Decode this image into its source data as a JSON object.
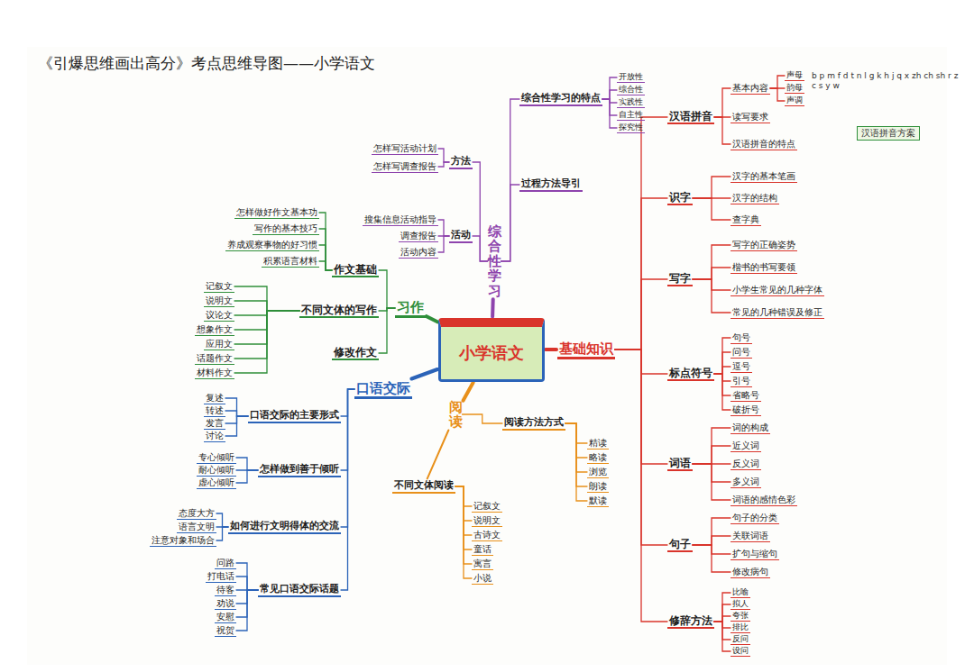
{
  "diagram": {
    "title": "《引爆思维画出高分》考点思维导图——小学语文",
    "nodes": [
      {
        "text": [
          "小学语文"
        ]
      },
      {
        "text": [
          "基础知识"
        ]
      },
      {
        "text": [
          "汉语拼音"
        ]
      },
      {
        "text": [
          "基本内容"
        ]
      },
      {
        "text": [
          "声母"
        ]
      },
      {
        "text": [
          "韵母"
        ]
      },
      {
        "text": [
          "声调"
        ]
      },
      {
        "text": [
          "读写要求"
        ]
      },
      {
        "text": [
          "汉语拼音的特点"
        ]
      },
      {
        "text": [
          "识字"
        ]
      },
      {
        "text": [
          "汉字的基本笔画"
        ]
      },
      {
        "text": [
          "汉字的结构"
        ]
      },
      {
        "text": [
          "查字典"
        ]
      },
      {
        "text": [
          "写字"
        ]
      },
      {
        "text": [
          "写字的正确姿势"
        ]
      },
      {
        "text": [
          "楷书的书写要领"
        ]
      },
      {
        "text": [
          "小学生常见的几种字体"
        ]
      },
      {
        "text": [
          "常见的几种错误及修正"
        ]
      },
      {
        "text": [
          "标点符号"
        ]
      },
      {
        "text": [
          "句号"
        ]
      },
      {
        "text": [
          "问号"
        ]
      },
      {
        "text": [
          "逗号"
        ]
      },
      {
        "text": [
          "引号"
        ]
      },
      {
        "text": [
          "省略号"
        ]
      },
      {
        "text": [
          "破折号"
        ]
      },
      {
        "text": [
          "词语"
        ]
      },
      {
        "text": [
          "词的构成"
        ]
      },
      {
        "text": [
          "近义词"
        ]
      },
      {
        "text": [
          "反义词"
        ]
      },
      {
        "text": [
          "多义词"
        ]
      },
      {
        "text": [
          "词语的感情色彩"
        ]
      },
      {
        "text": [
          "句子"
        ]
      },
      {
        "text": [
          "句子的分类"
        ]
      },
      {
        "text": [
          "关联词语"
        ]
      },
      {
        "text": [
          "扩句与缩句"
        ]
      },
      {
        "text": [
          "修改病句"
        ]
      },
      {
        "text": [
          "修辞方法"
        ]
      },
      {
        "text": [
          "比喻"
        ]
      },
      {
        "text": [
          "拟人"
        ]
      },
      {
        "text": [
          "夸张"
        ]
      },
      {
        "text": [
          "排比"
        ]
      },
      {
        "text": [
          "反问"
        ]
      },
      {
        "text": [
          "设问"
        ]
      },
      {
        "text": [
          "综合性学习"
        ]
      },
      {
        "text": [
          "综合性学习的特点"
        ]
      },
      {
        "text": [
          "开放性"
        ]
      },
      {
        "text": [
          "综合性"
        ]
      },
      {
        "text": [
          "实践性"
        ]
      },
      {
        "text": [
          "自主性"
        ]
      },
      {
        "text": [
          "探究性"
        ]
      },
      {
        "text": [
          "过程方法导引"
        ]
      },
      {
        "text": [
          "方法"
        ]
      },
      {
        "text": [
          "怎样写活动计划"
        ]
      },
      {
        "text": [
          "怎样写调查报告"
        ]
      },
      {
        "text": [
          "活动"
        ]
      },
      {
        "text": [
          "搜集信息活动指导"
        ]
      },
      {
        "text": [
          "调查报告"
        ]
      },
      {
        "text": [
          "活动内容"
        ]
      },
      {
        "text": [
          "习作"
        ]
      },
      {
        "text": [
          "作文基础"
        ]
      },
      {
        "text": [
          "怎样做好作文基本功"
        ]
      },
      {
        "text": [
          "写作的基本技巧"
        ]
      },
      {
        "text": [
          "养成观察事物的好习惯"
        ]
      },
      {
        "text": [
          "积累语言材料"
        ]
      },
      {
        "text": [
          "不同文体的写作"
        ]
      },
      {
        "text": [
          "记叙文"
        ]
      },
      {
        "text": [
          "说明文"
        ]
      },
      {
        "text": [
          "议论文"
        ]
      },
      {
        "text": [
          "想象作文"
        ]
      },
      {
        "text": [
          "应用文"
        ]
      },
      {
        "text": [
          "话题作文"
        ]
      },
      {
        "text": [
          "材料作文"
        ]
      },
      {
        "text": [
          "修改作文"
        ]
      },
      {
        "text": [
          "口语交际"
        ]
      },
      {
        "text": [
          "口语交际的主要形式"
        ]
      },
      {
        "text": [
          "复述"
        ]
      },
      {
        "text": [
          "转述"
        ]
      },
      {
        "text": [
          "发言"
        ]
      },
      {
        "text": [
          "讨论"
        ]
      },
      {
        "text": [
          "怎样做到善于倾听"
        ]
      },
      {
        "text": [
          "专心倾听"
        ]
      },
      {
        "text": [
          "耐心倾听"
        ]
      },
      {
        "text": [
          "虚心倾听"
        ]
      },
      {
        "text": [
          "如何进行文明得体的交流"
        ]
      },
      {
        "text": [
          "态度大方"
        ]
      },
      {
        "text": [
          "语言文明"
        ]
      },
      {
        "text": [
          "注意对象和场合"
        ]
      },
      {
        "text": [
          "常见口语交际话题"
        ]
      },
      {
        "text": [
          "问路"
        ]
      },
      {
        "text": [
          "打电话"
        ]
      },
      {
        "text": [
          "待客"
        ]
      },
      {
        "text": [
          "劝说"
        ]
      },
      {
        "text": [
          "安慰"
        ]
      },
      {
        "text": [
          "祝贺"
        ]
      },
      {
        "text": [
          "阅读"
        ]
      },
      {
        "text": [
          "不同文体阅读"
        ]
      },
      {
        "text": [
          "记叙文"
        ]
      },
      {
        "text": [
          "说明文"
        ]
      },
      {
        "text": [
          "古诗文"
        ]
      },
      {
        "text": [
          "童话"
        ]
      },
      {
        "text": [
          "寓言"
        ]
      },
      {
        "text": [
          "小说"
        ]
      },
      {
        "text": [
          "阅读方法方式"
        ]
      },
      {
        "text": [
          "精读"
        ]
      },
      {
        "text": [
          "略读"
        ]
      },
      {
        "text": [
          "浏览"
        ]
      },
      {
        "text": [
          "朗读"
        ]
      },
      {
        "text": [
          "默读"
        ]
      }
    ],
    "edges": [
      {
        "from": 0,
        "to": 1,
        "arrow": "none"
      },
      {
        "from": 1,
        "to": 2,
        "arrow": "none"
      },
      {
        "from": 2,
        "to": 3,
        "arrow": "none"
      },
      {
        "from": 3,
        "to": 4,
        "arrow": "none"
      },
      {
        "from": 3,
        "to": 5,
        "arrow": "none"
      },
      {
        "from": 3,
        "to": 6,
        "arrow": "none"
      },
      {
        "from": 2,
        "to": 7,
        "arrow": "none"
      },
      {
        "from": 2,
        "to": 8,
        "arrow": "none"
      },
      {
        "from": 1,
        "to": 9,
        "arrow": "none"
      },
      {
        "from": 9,
        "to": 10,
        "arrow": "none"
      },
      {
        "from": 9,
        "to": 11,
        "arrow": "none"
      },
      {
        "from": 9,
        "to": 12,
        "arrow": "none"
      },
      {
        "from": 1,
        "to": 13,
        "arrow": "none"
      },
      {
        "from": 13,
        "to": 14,
        "arrow": "none"
      },
      {
        "from": 13,
        "to": 15,
        "arrow": "none"
      },
      {
        "from": 13,
        "to": 16,
        "arrow": "none"
      },
      {
        "from": 13,
        "to": 17,
        "arrow": "none"
      },
      {
        "from": 1,
        "to": 18,
        "arrow": "none"
      },
      {
        "from": 18,
        "to": 19,
        "arrow": "none"
      },
      {
        "from": 18,
        "to": 20,
        "arrow": "none"
      },
      {
        "from": 18,
        "to": 21,
        "arrow": "none"
      },
      {
        "from": 18,
        "to": 22,
        "arrow": "none"
      },
      {
        "from": 18,
        "to": 23,
        "arrow": "none"
      },
      {
        "from": 18,
        "to": 24,
        "arrow": "none"
      },
      {
        "from": 1,
        "to": 25,
        "arrow": "none"
      },
      {
        "from": 25,
        "to": 26,
        "arrow": "none"
      },
      {
        "from": 25,
        "to": 27,
        "arrow": "none"
      },
      {
        "from": 25,
        "to": 28,
        "arrow": "none"
      },
      {
        "from": 25,
        "to": 29,
        "arrow": "none"
      },
      {
        "from": 25,
        "to": 30,
        "arrow": "none"
      },
      {
        "from": 1,
        "to": 31,
        "arrow": "none"
      },
      {
        "from": 31,
        "to": 32,
        "arrow": "none"
      },
      {
        "from": 31,
        "to": 33,
        "arrow": "none"
      },
      {
        "from": 31,
        "to": 34,
        "arrow": "none"
      },
      {
        "from": 31,
        "to": 35,
        "arrow": "none"
      },
      {
        "from": 1,
        "to": 36,
        "arrow": "none"
      },
      {
        "from": 36,
        "to": 37,
        "arrow": "none"
      },
      {
        "from": 36,
        "to": 38,
        "arrow": "none"
      },
      {
        "from": 36,
        "to": 39,
        "arrow": "none"
      },
      {
        "from": 36,
        "to": 40,
        "arrow": "none"
      },
      {
        "from": 36,
        "to": 41,
        "arrow": "none"
      },
      {
        "from": 36,
        "to": 42,
        "arrow": "none"
      },
      {
        "from": 0,
        "to": 43,
        "arrow": "none"
      },
      {
        "from": 43,
        "to": 44,
        "arrow": "none"
      },
      {
        "from": 44,
        "to": 45,
        "arrow": "none"
      },
      {
        "from": 44,
        "to": 46,
        "arrow": "none"
      },
      {
        "from": 44,
        "to": 47,
        "arrow": "none"
      },
      {
        "from": 44,
        "to": 48,
        "arrow": "none"
      },
      {
        "from": 44,
        "to": 49,
        "arrow": "none"
      },
      {
        "from": 43,
        "to": 50,
        "arrow": "none"
      },
      {
        "from": 43,
        "to": 51,
        "arrow": "none"
      },
      {
        "from": 51,
        "to": 52,
        "arrow": "none"
      },
      {
        "from": 51,
        "to": 53,
        "arrow": "none"
      },
      {
        "from": 43,
        "to": 54,
        "arrow": "none"
      },
      {
        "from": 54,
        "to": 55,
        "arrow": "none"
      },
      {
        "from": 54,
        "to": 56,
        "arrow": "none"
      },
      {
        "from": 54,
        "to": 57,
        "arrow": "none"
      },
      {
        "from": 0,
        "to": 58,
        "arrow": "none"
      },
      {
        "from": 58,
        "to": 59,
        "arrow": "none"
      },
      {
        "from": 59,
        "to": 60,
        "arrow": "none"
      },
      {
        "from": 59,
        "to": 61,
        "arrow": "none"
      },
      {
        "from": 59,
        "to": 62,
        "arrow": "none"
      },
      {
        "from": 59,
        "to": 63,
        "arrow": "none"
      },
      {
        "from": 58,
        "to": 64,
        "arrow": "none"
      },
      {
        "from": 64,
        "to": 65,
        "arrow": "none"
      },
      {
        "from": 64,
        "to": 66,
        "arrow": "none"
      },
      {
        "from": 64,
        "to": 67,
        "arrow": "none"
      },
      {
        "from": 64,
        "to": 68,
        "arrow": "none"
      },
      {
        "from": 64,
        "to": 69,
        "arrow": "none"
      },
      {
        "from": 64,
        "to": 70,
        "arrow": "none"
      },
      {
        "from": 64,
        "to": 71,
        "arrow": "none"
      },
      {
        "from": 58,
        "to": 72,
        "arrow": "none"
      },
      {
        "from": 0,
        "to": 73,
        "arrow": "none"
      },
      {
        "from": 73,
        "to": 74,
        "arrow": "none"
      },
      {
        "from": 74,
        "to": 75,
        "arrow": "none"
      },
      {
        "from": 74,
        "to": 76,
        "arrow": "none"
      },
      {
        "from": 74,
        "to": 77,
        "arrow": "none"
      },
      {
        "from": 74,
        "to": 78,
        "arrow": "none"
      },
      {
        "from": 73,
        "to": 79,
        "arrow": "none"
      },
      {
        "from": 79,
        "to": 80,
        "arrow": "none"
      },
      {
        "from": 79,
        "to": 81,
        "arrow": "none"
      },
      {
        "from": 79,
        "to": 82,
        "arrow": "none"
      },
      {
        "from": 73,
        "to": 83,
        "arrow": "none"
      },
      {
        "from": 83,
        "to": 84,
        "arrow": "none"
      },
      {
        "from": 83,
        "to": 85,
        "arrow": "none"
      },
      {
        "from": 83,
        "to": 86,
        "arrow": "none"
      },
      {
        "from": 73,
        "to": 87,
        "arrow": "none"
      },
      {
        "from": 87,
        "to": 88,
        "arrow": "none"
      },
      {
        "from": 87,
        "to": 89,
        "arrow": "none"
      },
      {
        "from": 87,
        "to": 90,
        "arrow": "none"
      },
      {
        "from": 87,
        "to": 91,
        "arrow": "none"
      },
      {
        "from": 87,
        "to": 92,
        "arrow": "none"
      },
      {
        "from": 87,
        "to": 93,
        "arrow": "none"
      },
      {
        "from": 0,
        "to": 94,
        "arrow": "none"
      },
      {
        "from": 94,
        "to": 95,
        "arrow": "none"
      },
      {
        "from": 95,
        "to": 96,
        "arrow": "none"
      },
      {
        "from": 95,
        "to": 97,
        "arrow": "none"
      },
      {
        "from": 95,
        "to": 98,
        "arrow": "none"
      },
      {
        "from": 95,
        "to": 99,
        "arrow": "none"
      },
      {
        "from": 95,
        "to": 100,
        "arrow": "none"
      },
      {
        "from": 95,
        "to": 101,
        "arrow": "none"
      },
      {
        "from": 94,
        "to": 102,
        "arrow": "none"
      },
      {
        "from": 102,
        "to": 103,
        "arrow": "none"
      },
      {
        "from": 102,
        "to": 104,
        "arrow": "none"
      },
      {
        "from": 102,
        "to": 105,
        "arrow": "none"
      },
      {
        "from": 102,
        "to": 106,
        "arrow": "none"
      },
      {
        "from": 102,
        "to": 107,
        "arrow": "none"
      }
    ],
    "labels": [
      "b p m f d t n l g k h j q x zh ch sh r z c s y w",
      "汉语拼音方案"
    ]
  }
}
